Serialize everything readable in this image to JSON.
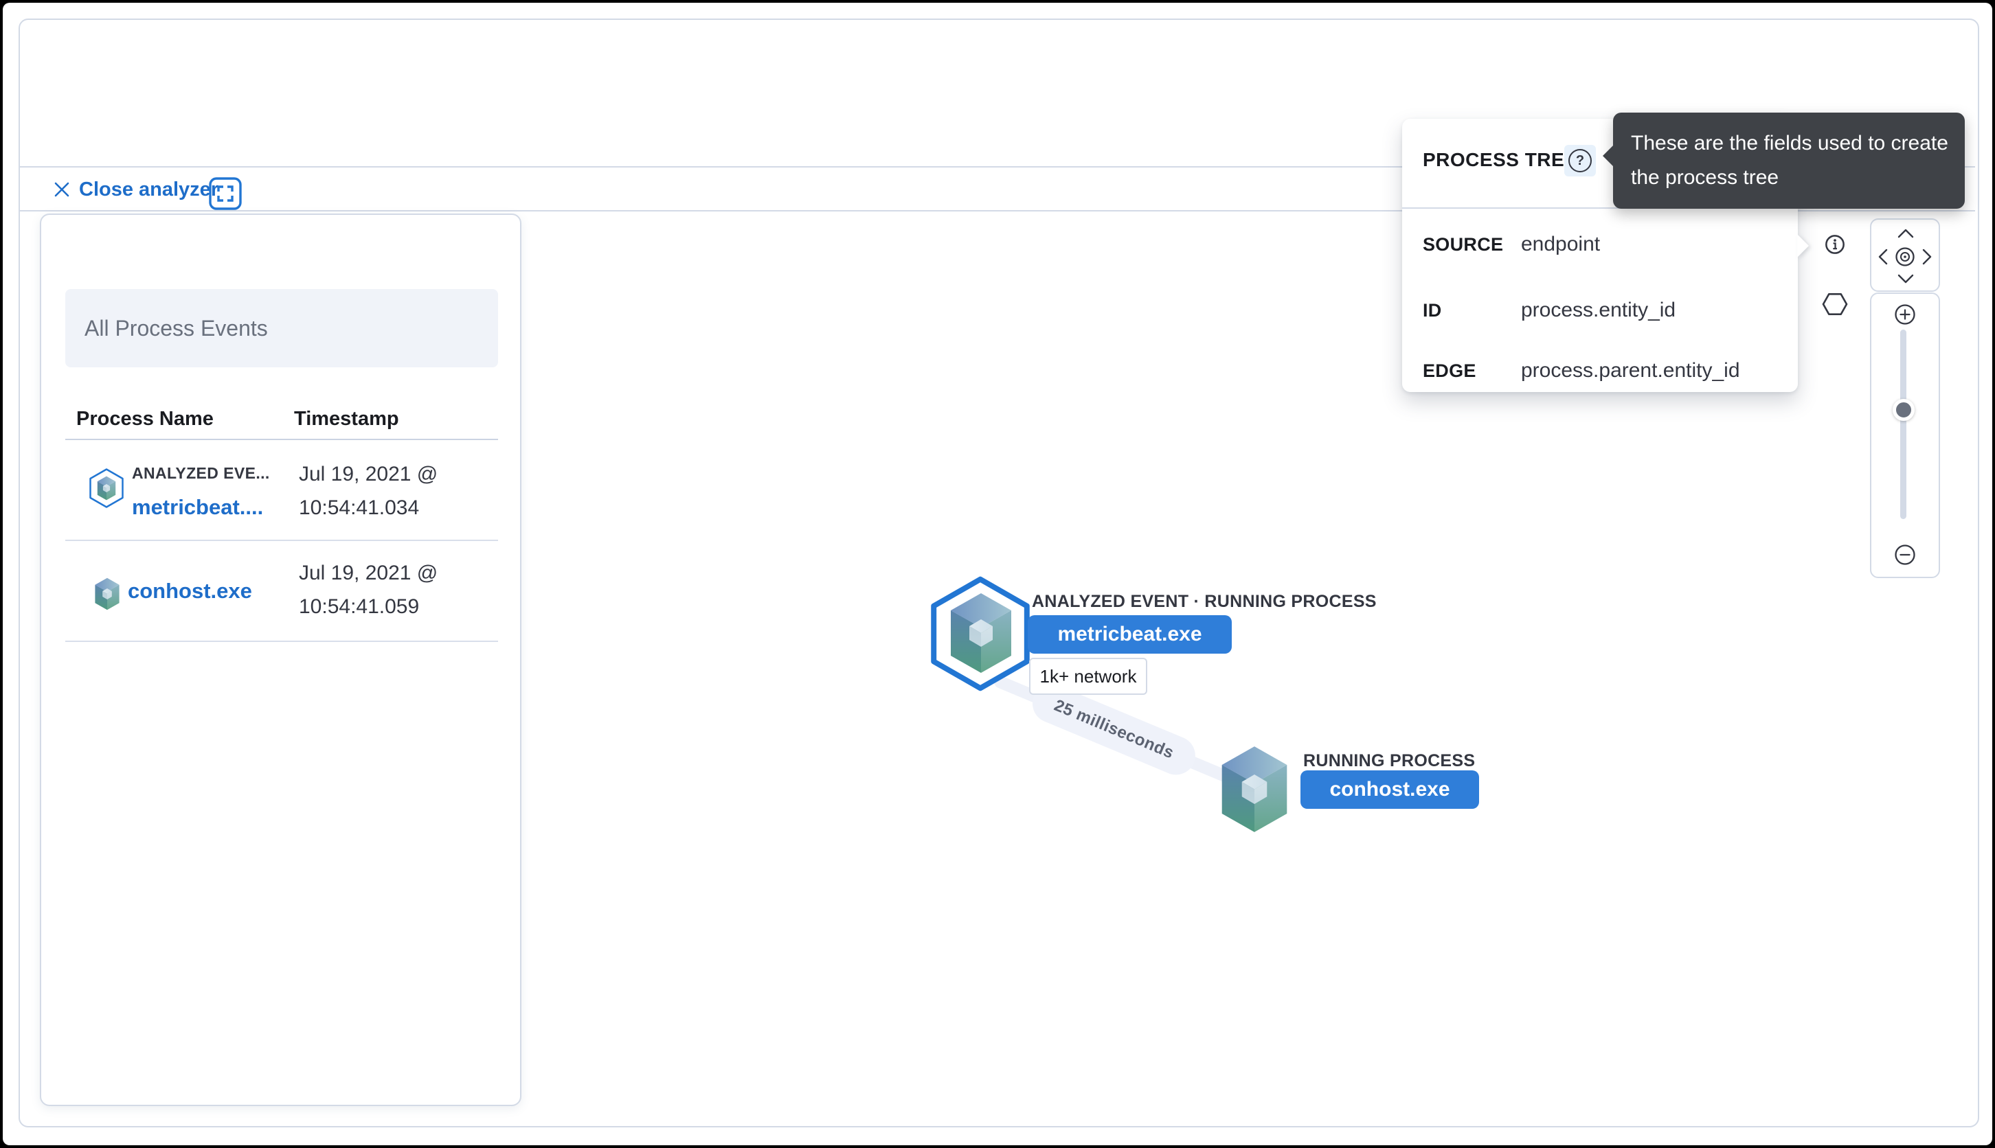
{
  "header": {
    "close_label": "Close analyzer"
  },
  "left_panel": {
    "filter_button": "All Process Events",
    "columns": {
      "name": "Process Name",
      "time": "Timestamp"
    },
    "rows": [
      {
        "badge": "ANALYZED EVE...",
        "name": "metricbeat....",
        "time_line1": "Jul 19, 2021 @",
        "time_line2": "10:54:41.034"
      },
      {
        "badge": "",
        "name": "conhost.exe",
        "time_line1": "Jul 19, 2021 @",
        "time_line2": "10:54:41.059"
      }
    ]
  },
  "graph": {
    "edge_label": "25 milliseconds",
    "node1": {
      "label": "ANALYZED EVENT · RUNNING PROCESS",
      "button": "metricbeat.exe",
      "pill": "1k+ network"
    },
    "node2": {
      "label": "RUNNING PROCESS",
      "button": "conhost.exe"
    }
  },
  "popover": {
    "title": "PROCESS TREE",
    "help": "?",
    "rows": [
      {
        "label": "SOURCE",
        "value": "endpoint"
      },
      {
        "label": "ID",
        "value": "process.entity_id"
      },
      {
        "label": "EDGE",
        "value": "process.parent.entity_id"
      }
    ]
  },
  "tooltip": {
    "line1": "These are the fields used to create",
    "line2": "the process tree"
  },
  "colors": {
    "primary_button_blue": "#2f7ed9",
    "link_blue": "#1e6dc9",
    "icon_blue": "#2276d3",
    "border_gray": "#d3dae6",
    "text_dark": "#343741",
    "muted_gray": "#69707d",
    "tooltip_bg": "#3f4247",
    "edge_band": "#eef1f9",
    "filter_bg": "#f0f3f9"
  }
}
